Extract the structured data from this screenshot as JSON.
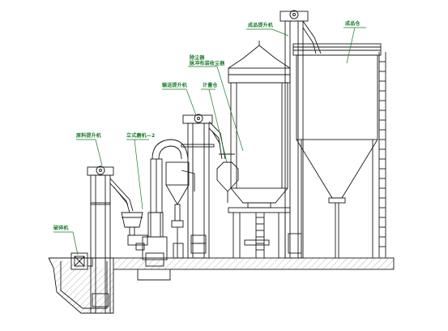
{
  "colors": {
    "line": "#1a1a1a",
    "label": "#1a7a2a",
    "leader": "#1a7a2a",
    "ground": "#f4f4f4"
  },
  "labels": {
    "finished_elevator": "成品提升机",
    "finished_silo": "成品仓",
    "dust_collector_line1": "除尘器",
    "dust_collector_line2": "脉冲布袋收尘器",
    "conveyor": "输送提升机",
    "weighing_bin": "计量仓",
    "raw_elevator": "原料提升机",
    "mill": "立式磨机—2",
    "crusher": "破碎机"
  }
}
